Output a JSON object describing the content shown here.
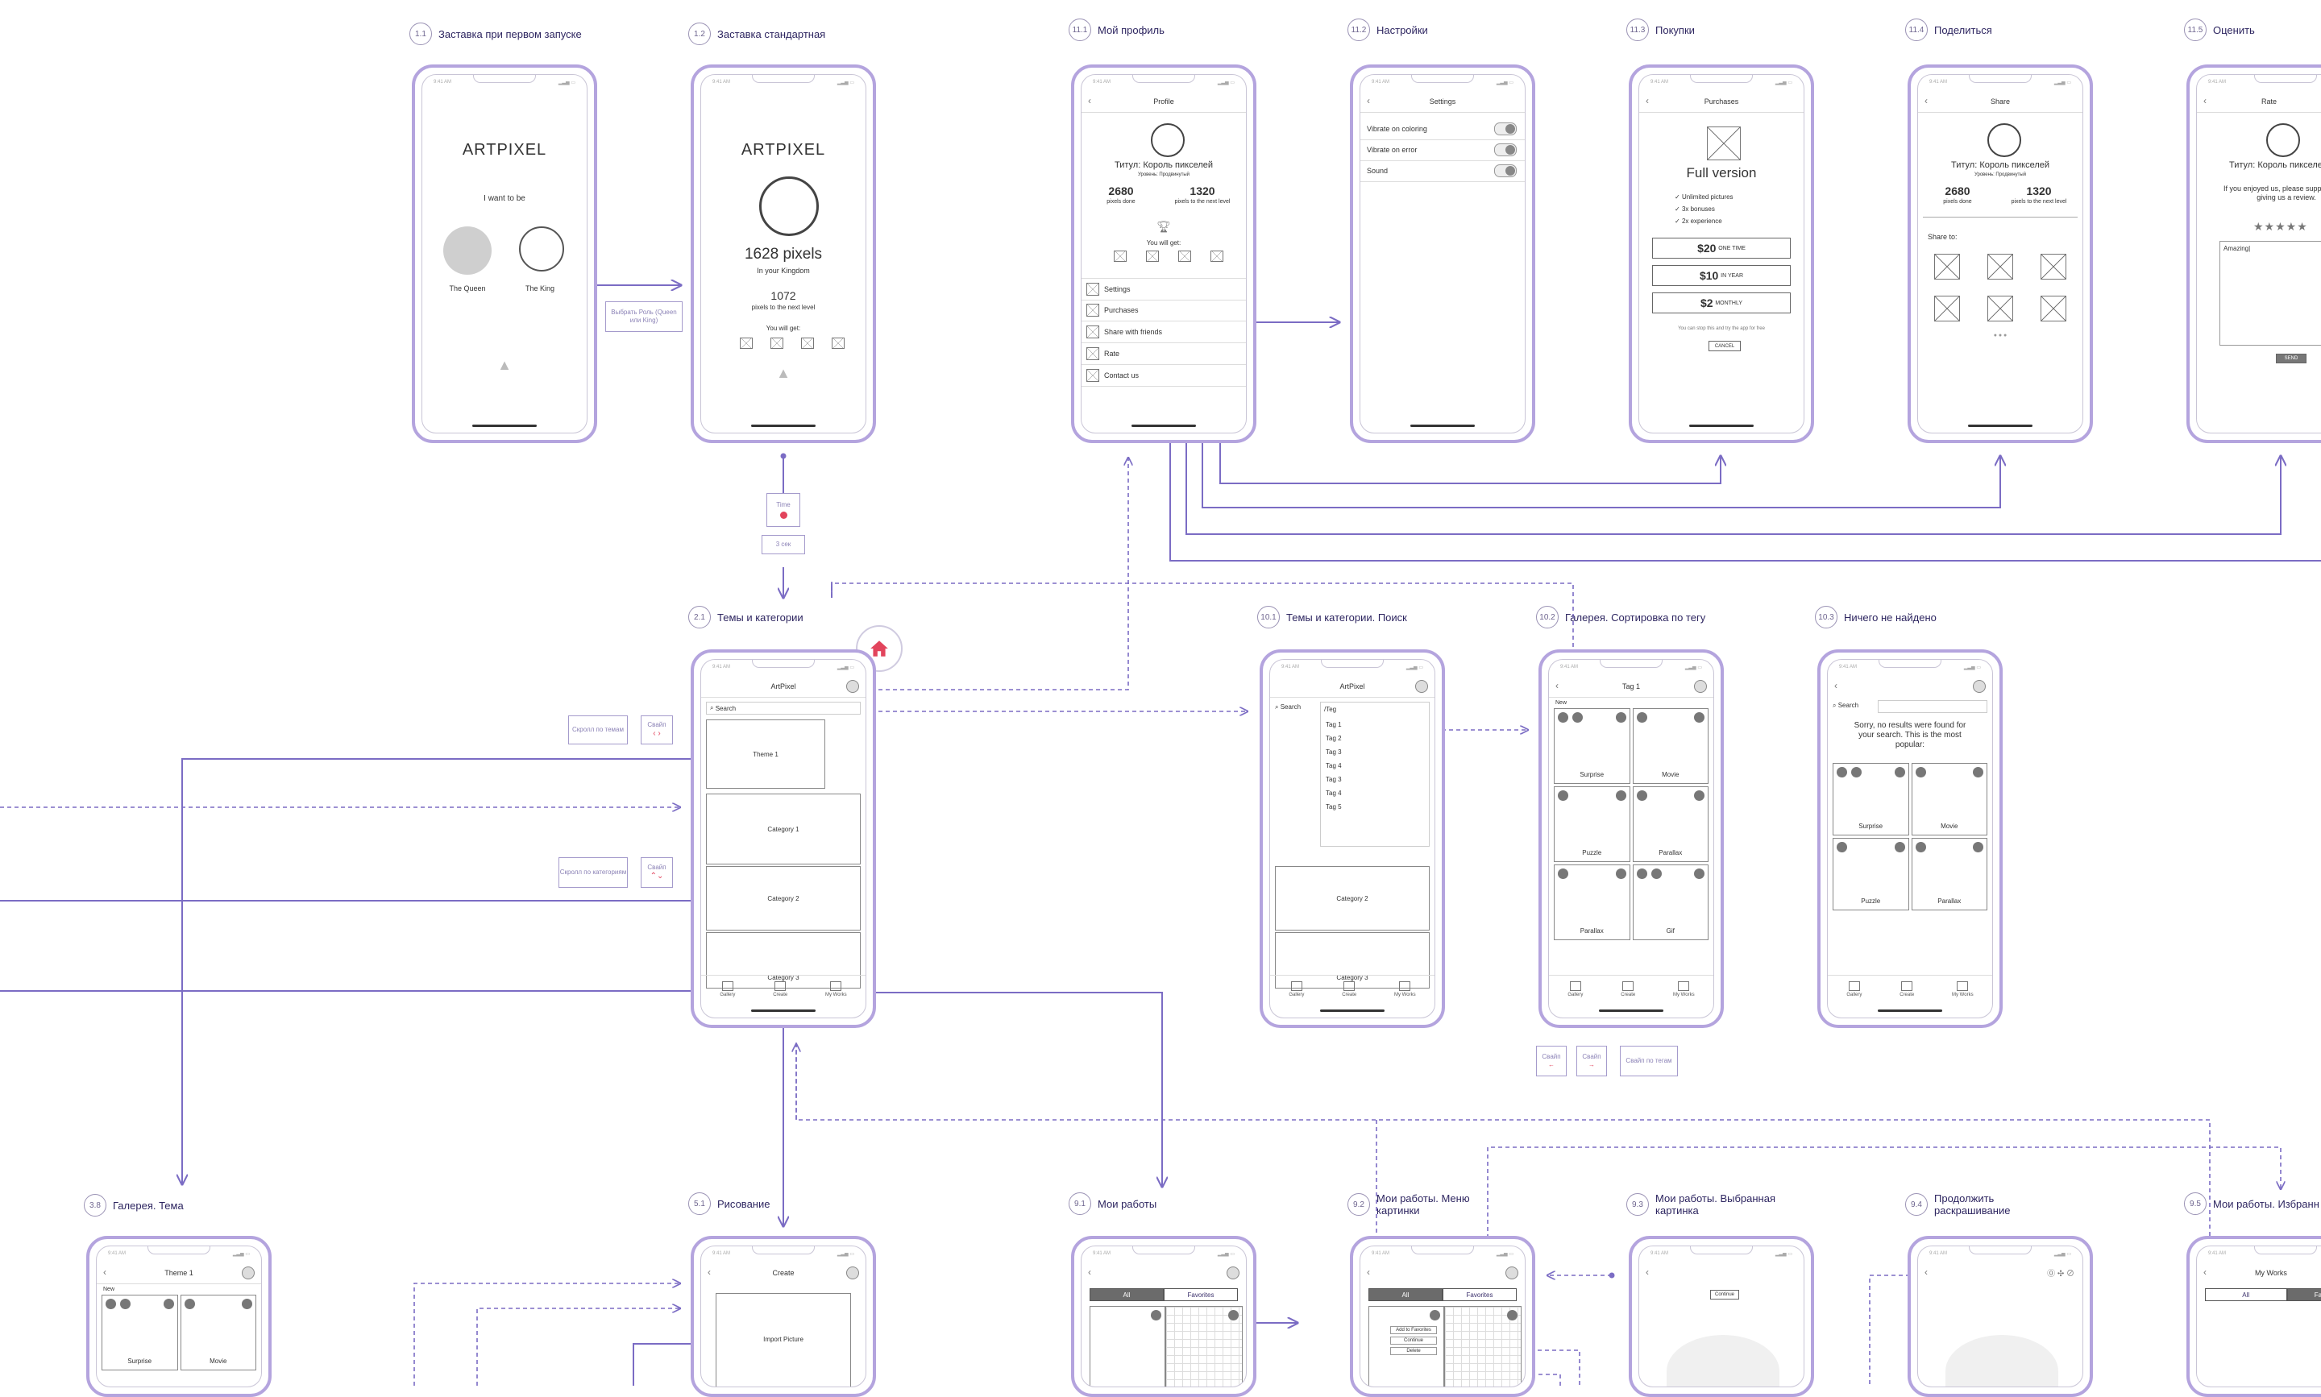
{
  "labels": [
    {
      "num": "1.1",
      "text": "Заставка при первом запуске"
    },
    {
      "num": "1.2",
      "text": "Заставка стандартная"
    },
    {
      "num": "11.1",
      "text": "Мой профиль"
    },
    {
      "num": "11.2",
      "text": "Настройки"
    },
    {
      "num": "11.3",
      "text": "Покупки"
    },
    {
      "num": "11.4",
      "text": "Поделиться"
    },
    {
      "num": "11.5",
      "text": "Оценить"
    },
    {
      "num": "2.1",
      "text": "Темы и категории"
    },
    {
      "num": "10.1",
      "text": "Темы и категории. Поиск"
    },
    {
      "num": "10.2",
      "text": "Галерея. Сортировка по тегу"
    },
    {
      "num": "10.3",
      "text": "Ничего не найдено"
    },
    {
      "num": "3.8",
      "text": "Галерея. Тема"
    },
    {
      "num": "5.1",
      "text": "Рисование"
    },
    {
      "num": "9.1",
      "text": "Мои работы"
    },
    {
      "num": "9.2",
      "text": "Мои работы. Меню картинки"
    },
    {
      "num": "9.3",
      "text": "Мои работы. Выбранная картинка"
    },
    {
      "num": "9.4",
      "text": "Продолжить раскрашивание"
    },
    {
      "num": "9.5",
      "text": "Мои работы. Избранн"
    }
  ],
  "status": {
    "time": "9:41 AM",
    "icons": "▂▃▅ ▭"
  },
  "splash_first": {
    "title": "ARTPIXEL",
    "prompt": "I want to be",
    "queen": "The Queen",
    "king": "The King"
  },
  "splash_std": {
    "title": "ARTPIXEL",
    "pixels": "1628 pixels",
    "kingdom": "In your Kingdom",
    "next_num": "1072",
    "next_text": "pixels to the next level",
    "will_get": "You will get:"
  },
  "profile": {
    "header": "Profile",
    "title": "Титул: Король пикселей",
    "level": "Уровень: Продвинутый",
    "done_num": "2680",
    "done_text": "pixels done",
    "next_num": "1320",
    "next_text": "pixels to the next level",
    "will_get": "You will get:",
    "menu": [
      "Settings",
      "Purchases",
      "Share with friends",
      "Rate",
      "Contact us"
    ]
  },
  "settings": {
    "header": "Settings",
    "rows": [
      "Vibrate on coloring",
      "Vibrate on error",
      "Sound"
    ]
  },
  "purchases": {
    "header": "Purchases",
    "title": "Full version",
    "features": [
      "Unlimited pictures",
      "3x bonuses",
      "2x experience"
    ],
    "prices": [
      {
        "price": "$20",
        "period": "ONE TIME"
      },
      {
        "price": "$10",
        "period": "IN YEAR"
      },
      {
        "price": "$2",
        "period": "MONTHLY"
      }
    ],
    "footnote": "You can stop this and try the app for free",
    "cancel": "CANCEL"
  },
  "share": {
    "header": "Share",
    "title": "Титул: Король пикселей",
    "level": "Уровень: Продвинутый",
    "done_num": "2680",
    "done_text": "pixels done",
    "next_num": "1320",
    "next_text": "pixels to the next level",
    "share_to": "Share to:"
  },
  "rate": {
    "header": "Rate",
    "title": "Титул: Король пикселей",
    "text": "If you enjoyed us, please support us by giving us a review.",
    "stars": "★★★★★",
    "review": "Amazing",
    "send": "SEND"
  },
  "themes": {
    "header": "ArtPixel",
    "search": "Search",
    "theme": "Theme 1",
    "categories": [
      "Category 1",
      "Category 2",
      "Category 3"
    ]
  },
  "tabs": [
    "Gallery",
    "Create",
    "My Works"
  ],
  "search_screen": {
    "header": "ArtPixel",
    "search": "Search",
    "query": "/Teg",
    "tags": [
      "Tag 1",
      "Tag 2",
      "Tag 3",
      "Tag 4",
      "Tag 3",
      "Tag 4",
      "Tag 5"
    ],
    "categories": [
      "Category 2",
      "Category 3"
    ]
  },
  "tag_gallery": {
    "header": "Tag 1",
    "new": "New",
    "items": [
      "Surprise",
      "Movie",
      "Puzzle",
      "Parallax",
      "Parallax",
      "Gif"
    ]
  },
  "not_found": {
    "search": "Search",
    "text": "Sorry, no results were found for your search. This is the most popular:",
    "items": [
      "Surprise",
      "Movie",
      "Puzzle",
      "Parallax"
    ]
  },
  "theme_gallery": {
    "header": "Theme 1",
    "new": "New",
    "items": [
      "Surprise",
      "Movie"
    ]
  },
  "create": {
    "header": "Create",
    "import": "Import Picture"
  },
  "my_works": {
    "tabs": [
      "All",
      "Favorites"
    ],
    "header": "My Works",
    "menu": [
      "Add to Favorites",
      "Continue",
      "Delete"
    ],
    "continue": "Continue"
  },
  "notes": {
    "role": "Выбрать Роль (Queen или King)",
    "time": "Time",
    "delay": "3 сек",
    "scroll_themes": "Скролл по темам",
    "swipe": "Свайп",
    "scroll_cats": "Скролл по категориям",
    "swipe_tags": "Свайп по тегам"
  },
  "colors": {
    "accent": "#7b6cc4",
    "phone": "#b4a4de",
    "home": "#e2445c"
  }
}
